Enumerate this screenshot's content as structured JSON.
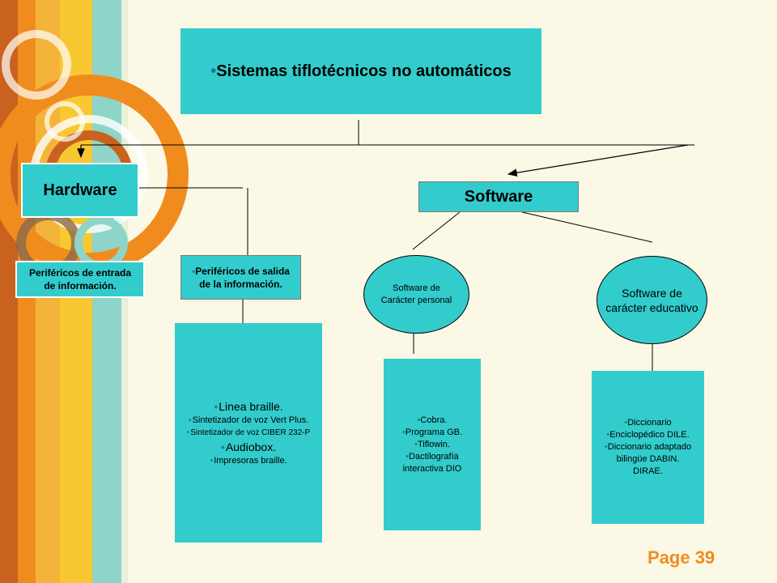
{
  "title": "Sistemas tiflotécnicos no automáticos",
  "hardware": "Hardware",
  "software": "Software",
  "perifericos_entrada": [
    "Periféricos de entrada",
    "de información."
  ],
  "perifericos_salida": [
    "Periféricos de salida",
    "de la información."
  ],
  "software_personal": [
    "Software de",
    "Carácter personal"
  ],
  "software_educativo": [
    "Software de",
    "carácter educativo"
  ],
  "salida_items": [
    "Linea braille.",
    "Sintetizador de voz Vert Plus.",
    "Sintetizador de voz CIBER 232-P",
    "Audiobox.",
    "Impresoras braille."
  ],
  "personal_items": [
    "Cobra.",
    "Programa GB.",
    "Tiflowin.",
    "Dactilografía",
    "interactiva DIO"
  ],
  "educativo_items": [
    "Diccionario",
    "Enciclopédico DILE.",
    "Diccionario adaptado",
    "bilingüe DABIN.",
    "DIRAE."
  ],
  "page_label": "Page 39",
  "colors": {
    "box": "#33cccc",
    "page_number": "#f08c1e",
    "background": "#fbf8e6"
  }
}
